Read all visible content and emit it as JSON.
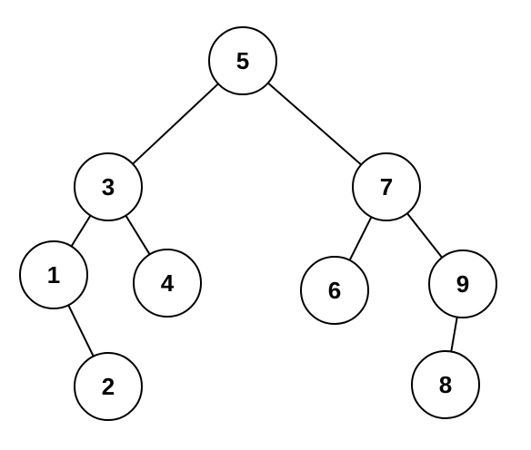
{
  "tree": {
    "colors": {
      "default_fill": "#ffffff",
      "default_stroke": "#000000",
      "highlight_fill": "#fbf1cc",
      "highlight_stroke": "#d6b656"
    },
    "nodes": [
      {
        "id": "n5",
        "label": "5",
        "highlighted": false
      },
      {
        "id": "n3",
        "label": "3",
        "highlighted": false
      },
      {
        "id": "n7",
        "label": "7",
        "highlighted": false
      },
      {
        "id": "n1",
        "label": "1",
        "highlighted": true
      },
      {
        "id": "n4",
        "label": "4",
        "highlighted": false
      },
      {
        "id": "n6",
        "label": "6",
        "highlighted": false
      },
      {
        "id": "n9",
        "label": "9",
        "highlighted": false
      },
      {
        "id": "n2",
        "label": "2",
        "highlighted": false
      },
      {
        "id": "n8",
        "label": "8",
        "highlighted": false
      }
    ],
    "edges": [
      {
        "from": "n5",
        "to": "n3"
      },
      {
        "from": "n5",
        "to": "n7"
      },
      {
        "from": "n3",
        "to": "n1"
      },
      {
        "from": "n3",
        "to": "n4"
      },
      {
        "from": "n1",
        "to": "n2"
      },
      {
        "from": "n7",
        "to": "n6"
      },
      {
        "from": "n7",
        "to": "n9"
      },
      {
        "from": "n9",
        "to": "n8"
      }
    ]
  }
}
